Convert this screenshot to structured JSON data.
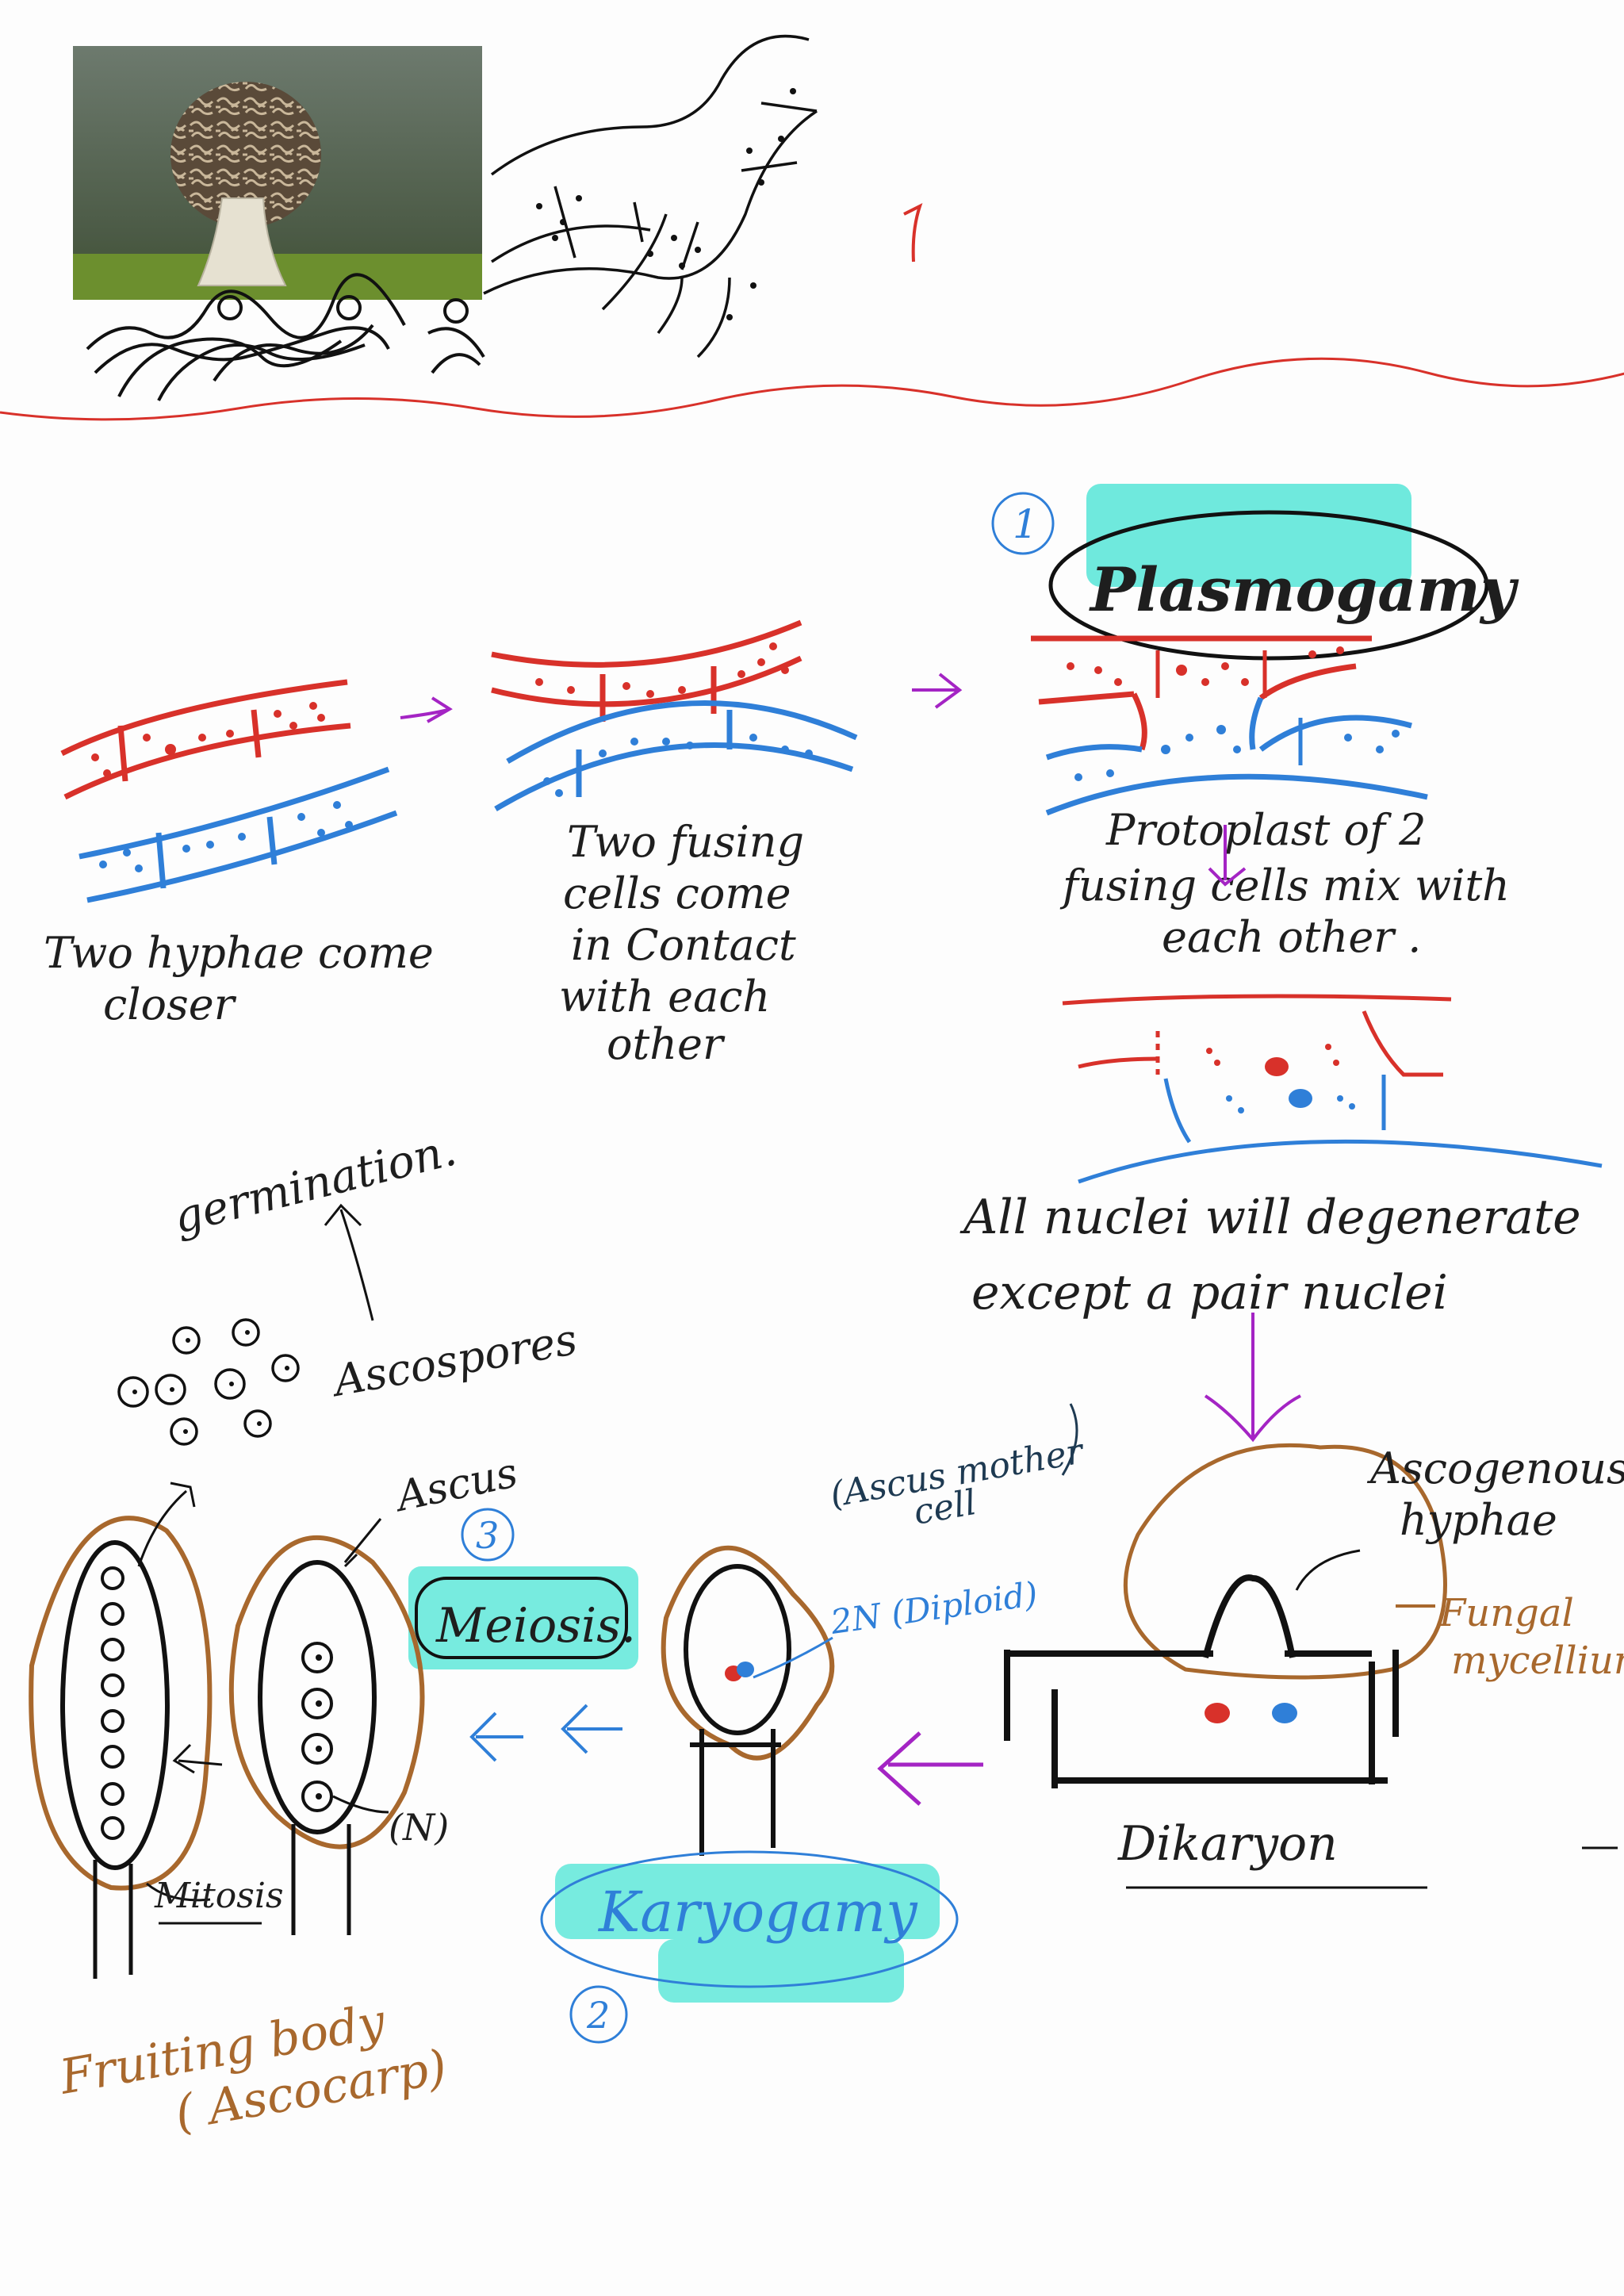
{
  "colors": {
    "red": "#d8312a",
    "blue": "#2f7fd8",
    "purple": "#a424c4",
    "brown": "#a8682d",
    "highlight": "#5fe7d9",
    "ink": "#1e1e1e"
  },
  "steps": {
    "s1_num": "1",
    "s1_label": "Plasmogamy",
    "s2_num": "2",
    "s2_label": "Karyogamy",
    "s3_num": "3",
    "s3_label": "Meiosis."
  },
  "captions": {
    "hyphae_closer": [
      "Two hyphae come",
      "closer"
    ],
    "cells_contact": [
      "Two fusing",
      "cells come",
      "in Contact",
      "with each",
      "other"
    ],
    "protoplast": [
      "Protoplast of 2",
      "fusing cells mix with",
      "each other ."
    ],
    "degenerate": [
      "All nuclei will degenerate",
      "except  a  pair nuclei"
    ],
    "dikaryon": "Dikaryon",
    "ascogenous": [
      "Ascogenous",
      "hyphae"
    ],
    "fungal": [
      "Fungal",
      "mycellium"
    ],
    "ascus_mother": [
      "(Ascus mother",
      "cell"
    ],
    "diploid": "2N (Diploid)",
    "ascus": "Ascus",
    "haploid": "(N)",
    "ascospores": "Ascospores",
    "germination": "germination.",
    "mitosis": "Mitosis",
    "fruiting": [
      "Fruiting body",
      "( Ascocarp)"
    ]
  }
}
